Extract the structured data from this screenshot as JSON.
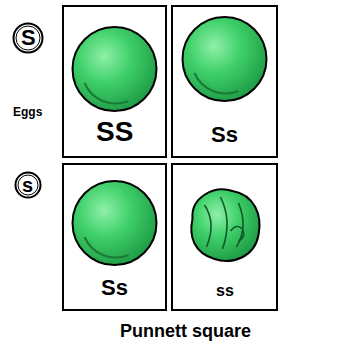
{
  "diagram": {
    "caption": "Punnett square",
    "nodes": [
      {
        "text": [
          "S"
        ]
      },
      {
        "text": [
          "SS"
        ]
      },
      {
        "text": [
          "Ss"
        ]
      },
      {
        "text": [
          "s"
        ]
      },
      {
        "text": [
          "Ss"
        ]
      },
      {
        "text": [
          "ss"
        ]
      }
    ],
    "labels": [
      "Eggs"
    ]
  }
}
